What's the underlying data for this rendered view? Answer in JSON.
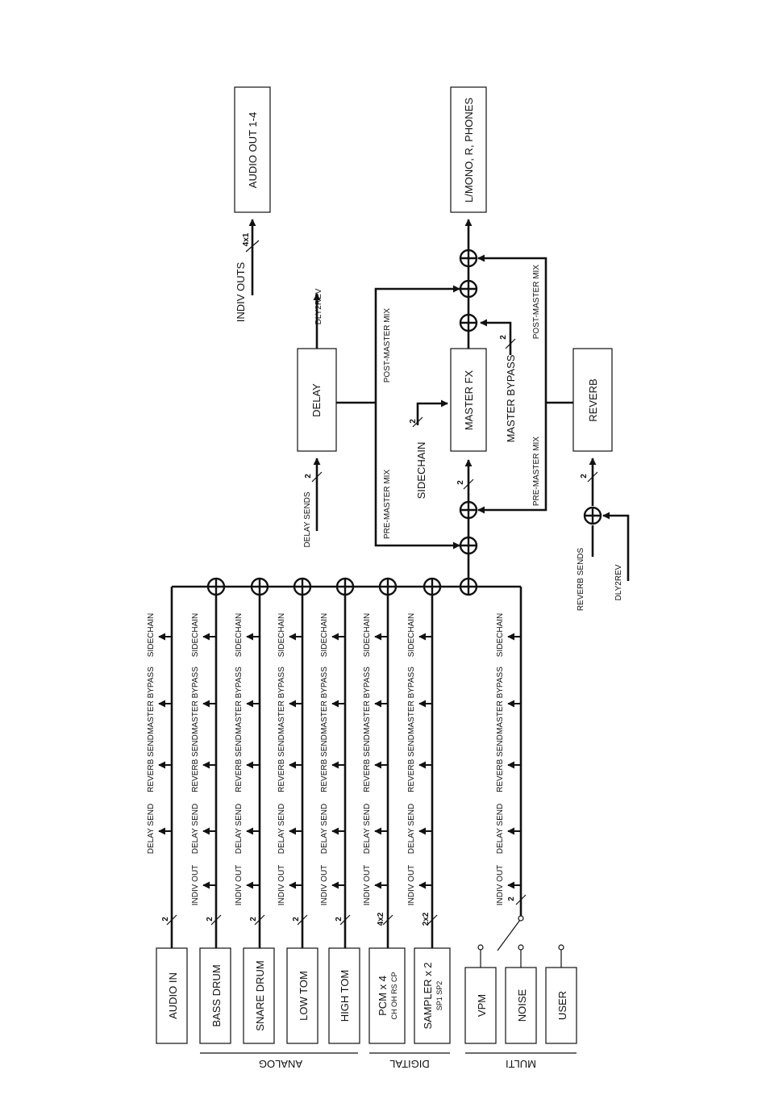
{
  "colors": {
    "line": "#111111",
    "background": "#ffffff"
  },
  "groups": {
    "analog": "ANALOG",
    "digital": "DIGITAL",
    "multi": "MULTI"
  },
  "sources": [
    {
      "label": "AUDIO IN",
      "sub": "",
      "multiplicity": "2"
    },
    {
      "label": "BASS DRUM",
      "sub": "",
      "multiplicity": "2"
    },
    {
      "label": "SNARE DRUM",
      "sub": "",
      "multiplicity": "2"
    },
    {
      "label": "LOW TOM",
      "sub": "",
      "multiplicity": "2"
    },
    {
      "label": "HIGH TOM",
      "sub": "",
      "multiplicity": "2"
    },
    {
      "label": "PCM x 4",
      "sub": "CH OH RS CP",
      "multiplicity": "4x2"
    },
    {
      "label": "SAMPLER x 2",
      "sub": "SP1 SP2",
      "multiplicity": "2x2"
    }
  ],
  "multi_sources": [
    {
      "label": "VPM"
    },
    {
      "label": "NOISE"
    },
    {
      "label": "USER"
    }
  ],
  "multi_multiplicity": "2",
  "taps": {
    "indiv_out": "INDIV OUT",
    "delay_send": "DELAY SEND",
    "reverb_send": "REVERB SEND",
    "master_bypass": "MASTER BYPASS",
    "sidechain": "SIDECHAIN"
  },
  "blocks": {
    "delay": "DELAY",
    "master_fx": "MASTER FX",
    "reverb": "REVERB",
    "audio_out": "AUDIO OUT 1-4",
    "main_out": "L/MONO, R, PHONES"
  },
  "signals": {
    "indiv_outs": "INDIV OUTS",
    "indiv_outs_mult": "4x1",
    "dly2rev_out": "DLY2REV",
    "delay_sends": "DELAY SENDS",
    "delay_sends_mult": "2",
    "sidechain": "SIDECHAIN",
    "sidechain_mult": "2",
    "master_bypass": "MASTER BYPASS",
    "master_bypass_mult": "2",
    "reverb_sends": "REVERB SENDS",
    "dly2rev_in": "DLY2REV",
    "reverb_mult": "2",
    "fx_in_mult": "2",
    "post_master_mix_top": "POST-MASTER MIX",
    "pre_master_mix_top": "PRE-MASTER MIX",
    "pre_master_mix_bottom": "PRE-MASTER MIX",
    "post_master_mix_bottom": "POST-MASTER MIX"
  }
}
